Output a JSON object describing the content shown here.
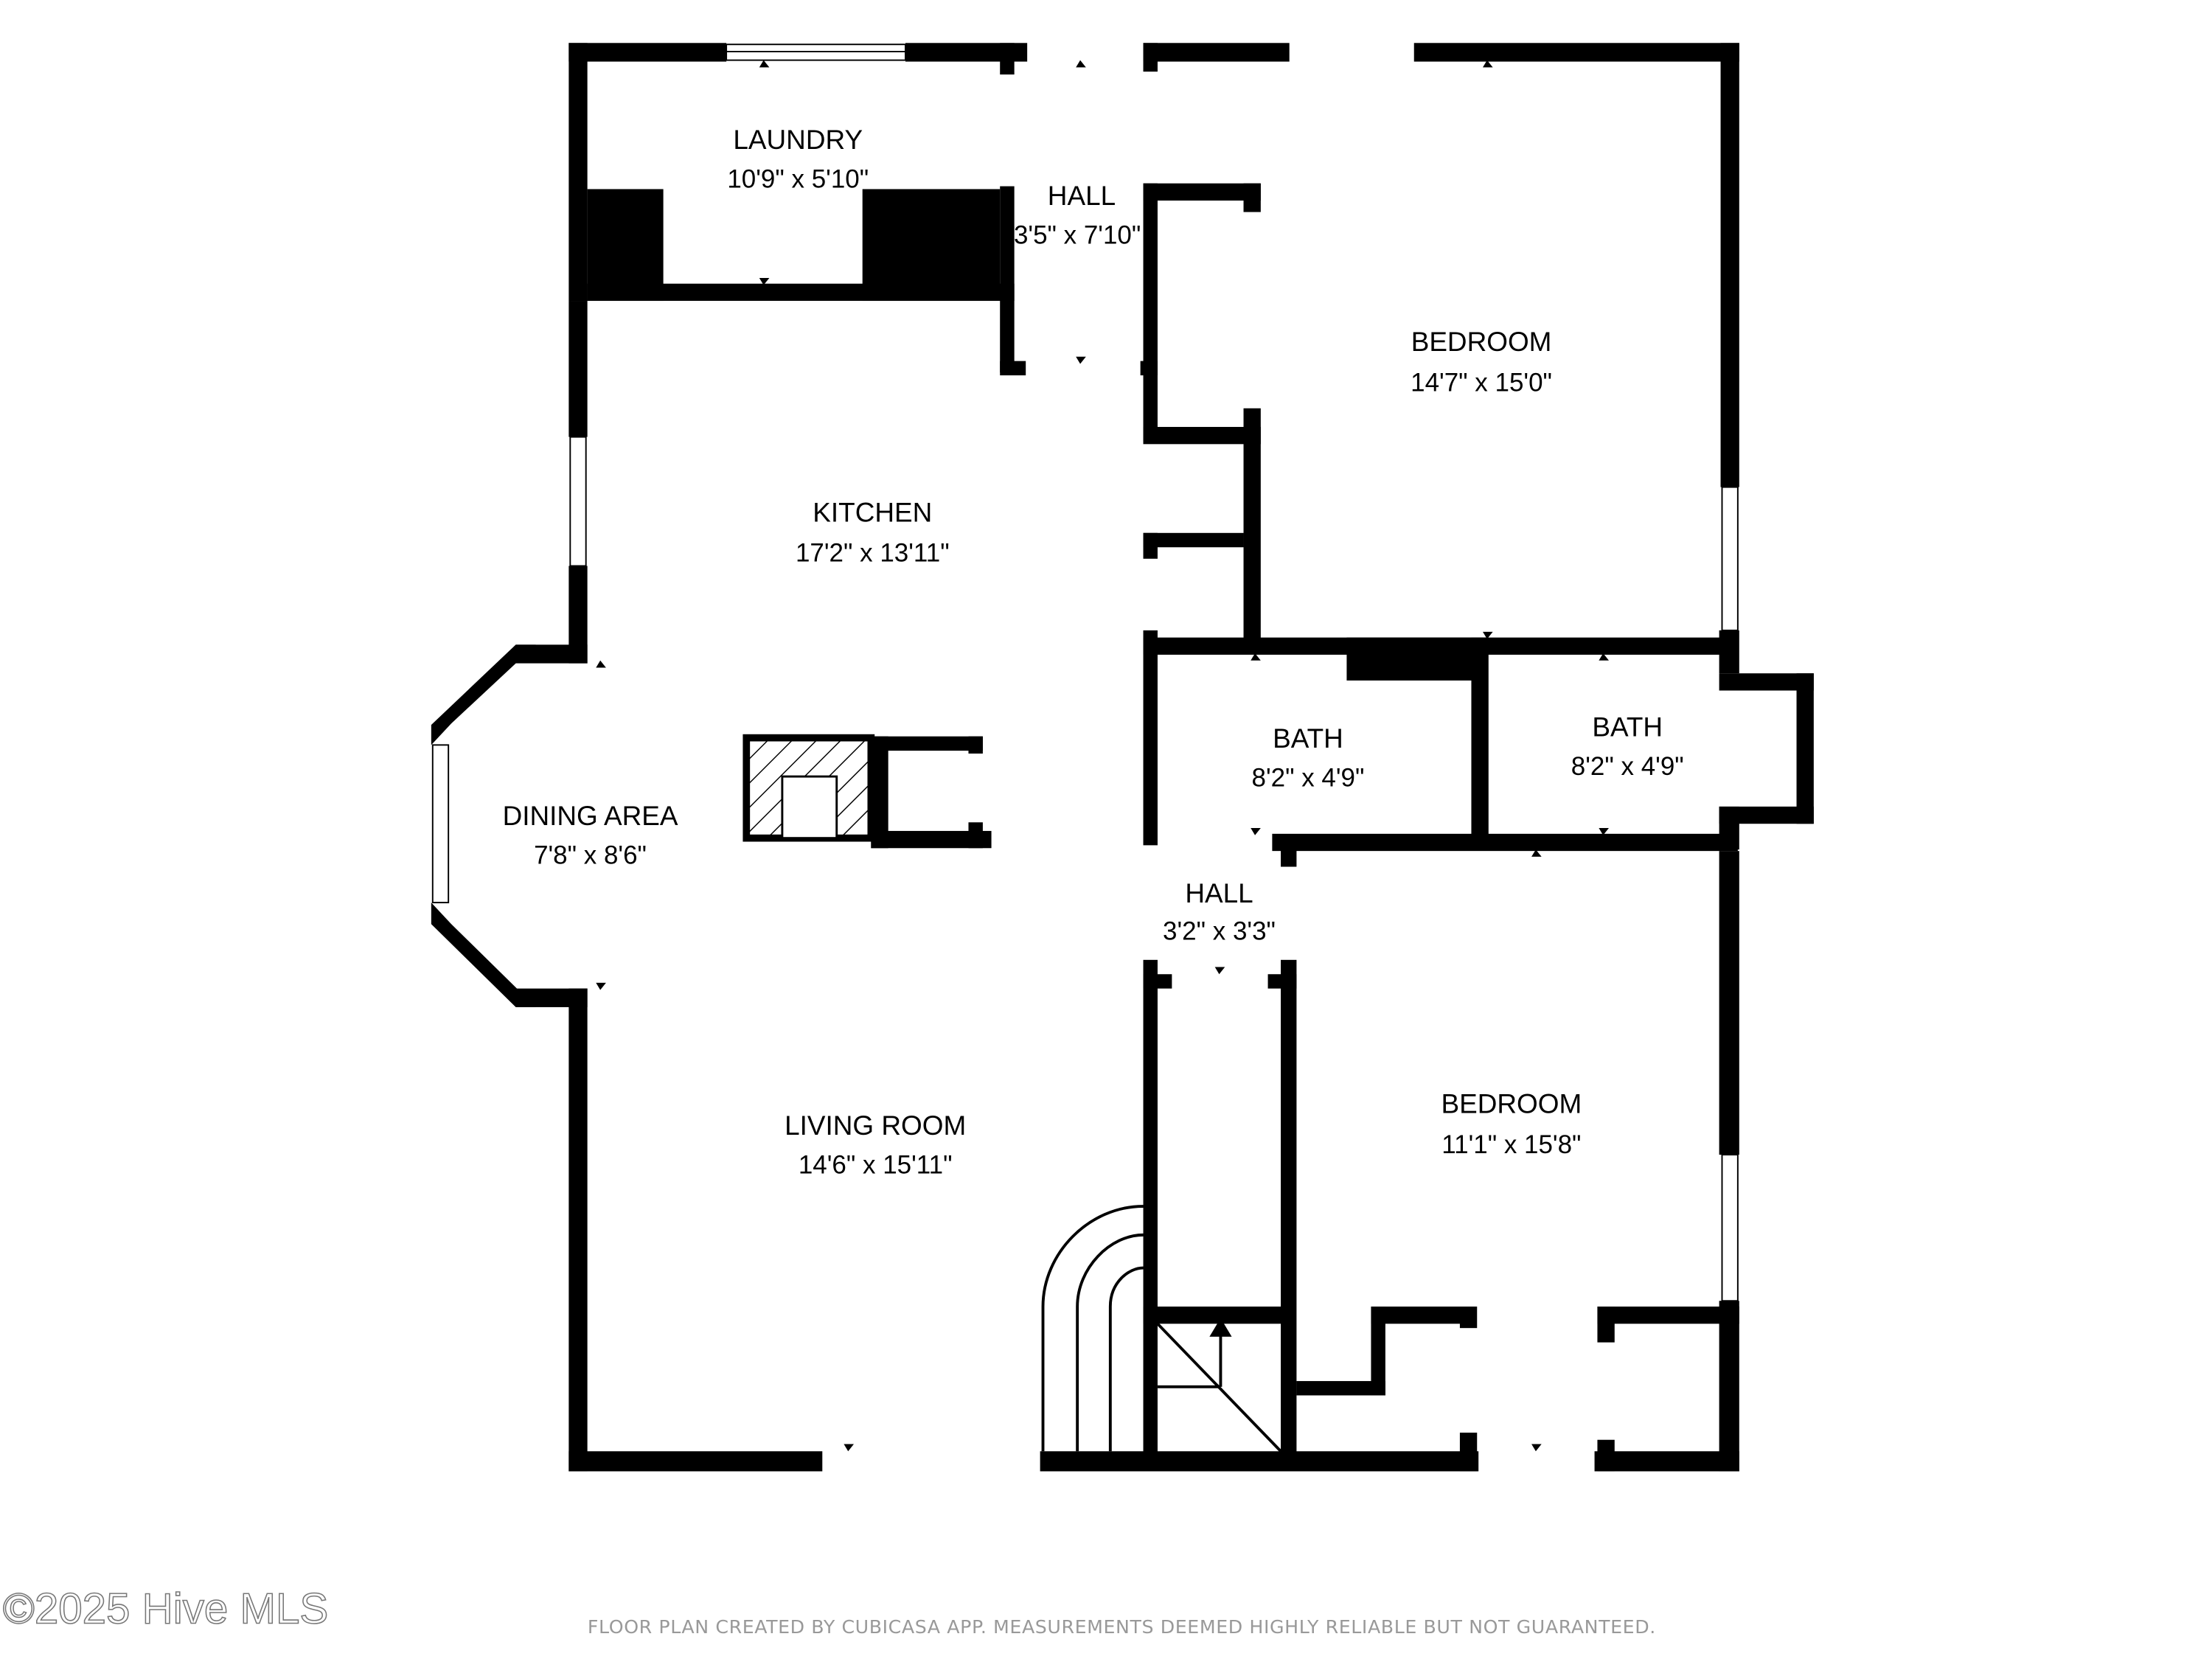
{
  "floor_plan": {
    "rooms": [
      {
        "name": "LAUNDRY",
        "dimensions": "10'9\" x 5'10\""
      },
      {
        "name": "HALL",
        "dimensions": "3'5\" x 7'10\""
      },
      {
        "name": "BEDROOM",
        "dimensions": "14'7\" x 15'0\""
      },
      {
        "name": "KITCHEN",
        "dimensions": "17'2\" x 13'11\""
      },
      {
        "name": "BATH",
        "dimensions": "8'2\" x 4'9\""
      },
      {
        "name": "BATH",
        "dimensions": "8'2\" x 4'9\""
      },
      {
        "name": "DINING AREA",
        "dimensions": "7'8\" x 8'6\""
      },
      {
        "name": "HALL",
        "dimensions": "3'2\" x 3'3\""
      },
      {
        "name": "LIVING ROOM",
        "dimensions": "14'6\" x 15'11\""
      },
      {
        "name": "BEDROOM",
        "dimensions": "11'1\" x 15'8\""
      }
    ],
    "wall_color": "#000000",
    "background_color": "#ffffff"
  },
  "watermark": "©2025 Hive MLS",
  "disclaimer": "FLOOR PLAN CREATED BY CUBICASA APP. MEASUREMENTS DEEMED HIGHLY RELIABLE BUT NOT GUARANTEED."
}
